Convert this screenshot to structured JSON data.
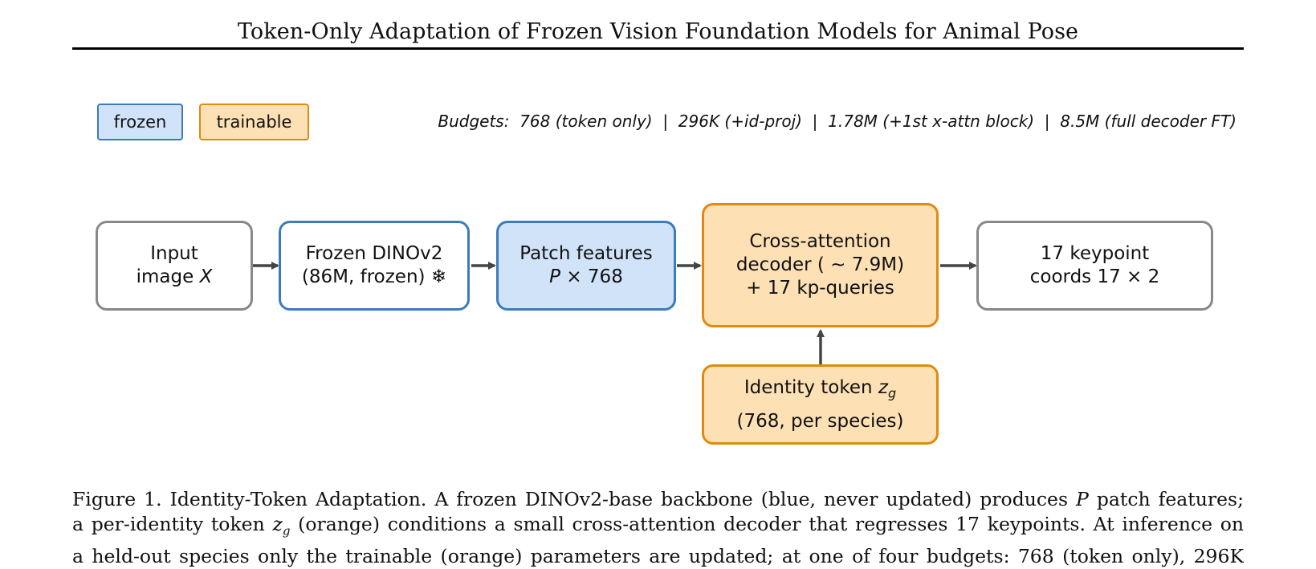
{
  "header": {
    "title": "Token-Only Adaptation of Frozen Vision Foundation Models for Animal Pose"
  },
  "legend": {
    "frozen": "frozen",
    "trainable": "trainable"
  },
  "budgets": "Budgets:  768 (token only)  |  296K (+id-proj)  |  1.78M (+1st x-attn block)  |  8.5M (full decoder FT)",
  "colors": {
    "frozen_fill": "#d1e3f8",
    "frozen_border": "#3b7bc0",
    "trainable_fill": "#fde0b4",
    "trainable_border": "#e08a10",
    "neutral_border": "#888888",
    "arrow": "#444444"
  },
  "nodes": {
    "input": {
      "line1": "Input",
      "line2_prefix": "image ",
      "line2_math": "X"
    },
    "backbone": {
      "line1": "Frozen DINOv2",
      "line2": "(86M, frozen) ❄"
    },
    "patch": {
      "line1": "Patch features",
      "line2_math": "P",
      "line2_suffix": " × 768"
    },
    "decoder": {
      "line1": "Cross-attention",
      "line2": "decoder ( ∼ 7.9M)",
      "line3": "+ 17 kp-queries"
    },
    "output": {
      "line1": "17 keypoint",
      "line2": "coords  17 × 2"
    },
    "identity": {
      "line1_prefix": "Identity token ",
      "line1_math": "z",
      "line1_sub": "g",
      "line2": "(768, per species)"
    }
  },
  "caption": {
    "line1_a": "Figure 1. Identity-Token Adaptation. A frozen DINOv2-base backbone (blue, never updated) produces ",
    "line1_math": "P",
    "line1_b": " patch features;",
    "line2_a": "a per-identity token ",
    "line2_math": "z",
    "line2_sub": "g",
    "line2_b": " (orange) conditions a small cross-attention decoder that regresses 17 keypoints. At inference on",
    "line3": "a held-out species only the trainable (orange) parameters are updated; at one of four budgets: 768 (token only), 296K"
  }
}
